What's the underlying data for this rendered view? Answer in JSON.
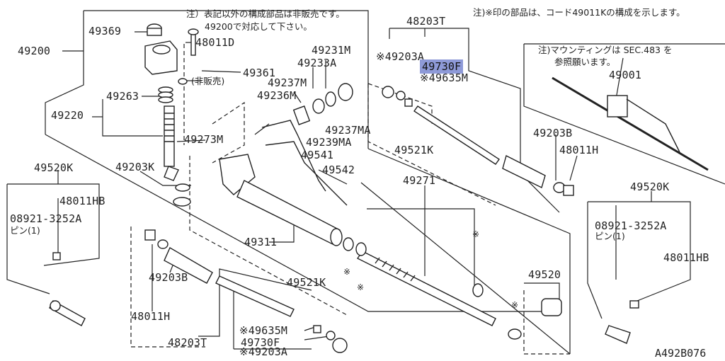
{
  "diagram": {
    "code": "A492B076",
    "notes": {
      "top_left": "注）表記以外の構成部品は非販売です。",
      "top_left_2": "49200で対応して下さい。",
      "top_right": "注)※印の部品は、コード49011Kの構成を示します。",
      "mounting": "注)マウンティングは SEC.483 を",
      "mounting_2": "参照願います。",
      "not_sold": "(非販売)",
      "pin_left": "ピン(1)",
      "pin_right": "ピン(1)"
    },
    "parts": {
      "p49369": "49369",
      "p49200": "49200",
      "p48011d": "48011D",
      "p49361": "49361",
      "p49263": "49263",
      "p49220": "49220",
      "p49273m": "49273M",
      "p49203k": "49203K",
      "p49520k_left": "49520K",
      "p48011hb_left": "48011HB",
      "p08921_left": "08921-3252A",
      "p49231m": "49231M",
      "p49233a": "49233A",
      "p49237m_top": "49237M",
      "p49236m": "49236M",
      "p49237ma": "49237MA",
      "p49239ma": "49239MA",
      "p49541": "49541",
      "p49542": "49542",
      "p49311": "49311",
      "p48203t_top": "48203T",
      "p49203a_top": "※49203A",
      "p49730f_top": "49730F",
      "p49635m_top": "※49635M",
      "p49521k_top": "49521K",
      "p49203b_right": "49203B",
      "p48011h_right": "48011H",
      "p49001": "49001",
      "p49520k_right": "49520K",
      "p08921_right": "08921-3252A",
      "p48011hb_right": "48011HB",
      "p49271": "49271",
      "p49520": "49520",
      "p49203b_left": "49203B",
      "p48011h_left": "48011H",
      "p49521k_bottom": "49521K",
      "p49635m_bottom": "※49635M",
      "p49730f_bottom": "49730F",
      "p48203t_bottom": "48203T",
      "p49203a_bottom": "※49203A",
      "asterisk": "※"
    },
    "highlight_color": "#8e9ad8"
  }
}
